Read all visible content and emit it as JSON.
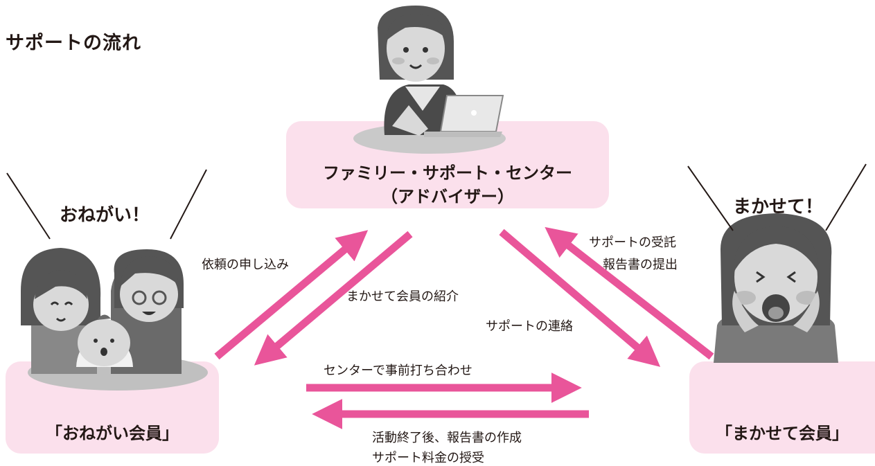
{
  "title": "サポートの流れ",
  "center": {
    "line1": "ファミリー・サポート・センター",
    "line2": "（アドバイザー）"
  },
  "left_member": {
    "label": "「おねがい会員」",
    "shout": "おねがい！"
  },
  "right_member": {
    "label": "「まかせて会員」",
    "shout": "まかせて！"
  },
  "arrows": {
    "request": "依頼の申し込み",
    "introduce": "まかせて会員の紹介",
    "contact": "サポートの連絡",
    "accept": "サポートの受託",
    "report_submit": "報告書の提出",
    "meeting": "センターで事前打ち合わせ",
    "after_activity": "活動終了後、報告書の作成",
    "fee": "サポート料金の授受"
  },
  "colors": {
    "arrow": "#e9559a",
    "box": "#fbe0ec",
    "text": "#231815",
    "skin": "#d9d9d9",
    "hair": "#5a5a5a"
  },
  "icons": [
    "advisor-laptop-illustration",
    "family-illustration",
    "shouting-woman-illustration"
  ]
}
